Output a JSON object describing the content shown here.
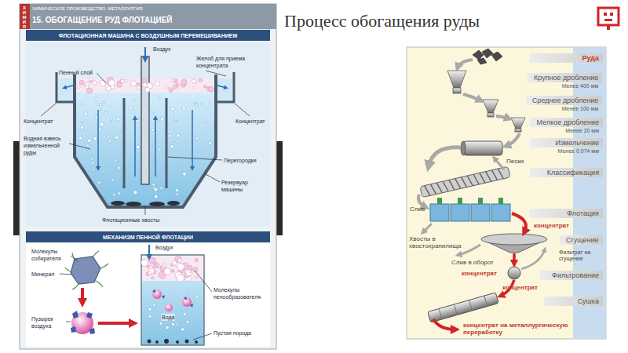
{
  "diagram": {
    "title": "Процесс обогащения руды",
    "nodes": [
      {
        "text": [
          "ХИМИЧЕСКОЕ ПРОИЗВОДСТВО. МЕТАЛЛУРГИЯ",
          "15. ОБОГАЩЕНИЕ РУД ФЛОТАЦИЕЙ"
        ]
      },
      {
        "text": [
          "ФЛОТАЦИОННАЯ МАШИНА С ВОЗДУШНЫМ ПЕРЕМЕШИВАНИЕМ"
        ],
        "in": 0
      },
      {
        "text": [
          "МЕХАНИЗМ ПЕННОЙ ФЛОТАЦИИ"
        ],
        "in": 0
      },
      {
        "text": [
          "Руда"
        ]
      },
      {
        "text": [
          "Крупное дробление",
          "Менее 400 мм"
        ]
      },
      {
        "text": [
          "Среднее дробление",
          "Менее 100 мм"
        ]
      },
      {
        "text": [
          "Мелкое дробление",
          "Менее 20 мм"
        ]
      },
      {
        "text": [
          "Измельчение",
          "Менее 0,074 мм"
        ]
      },
      {
        "text": [
          "Классификация"
        ]
      },
      {
        "text": [
          "Флотация"
        ]
      },
      {
        "text": [
          "Сгущение"
        ]
      },
      {
        "text": [
          "Фильтрование"
        ]
      },
      {
        "text": [
          "Сушка"
        ]
      }
    ],
    "labels": [
      "ХИМИЯ",
      "Воздух",
      "Пенный слой",
      "Желоб для приема концентрата",
      "Концентрат",
      "Концентрат",
      "Водная взвесь измельченной руды",
      "Перегородки",
      "Резервуар машины",
      "Флотационные хвосты",
      "Молекулы собирателя",
      "Минерал",
      "Воздух",
      "Пузырек воздуха",
      "Молекулы пенообразователя",
      "Вода",
      "Пустая порода",
      "Пески",
      "Слив",
      "концентрат",
      "Хвосты в хвостохранилища",
      "Слив в оборот",
      "Фильтрат на сгущение",
      "концентрат",
      "концентрат",
      "концентрат на металлургическую переработку"
    ]
  }
}
